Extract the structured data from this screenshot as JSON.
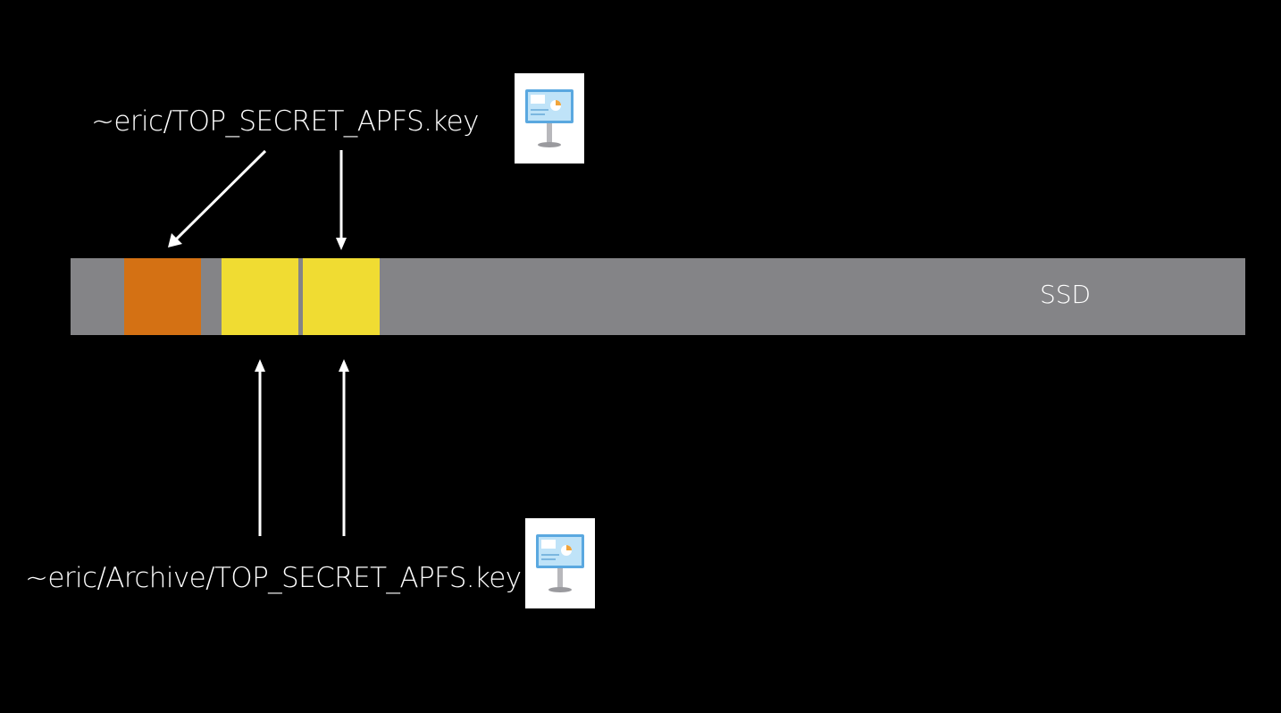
{
  "labels": {
    "top": "~eric/TOP_SECRET_APFS.key",
    "bottom": "~eric/Archive/TOP_SECRET_APFS.key"
  },
  "ssd": {
    "label": "SSD"
  },
  "icons": {
    "top": "keynote-document-icon",
    "bottom": "keynote-document-icon"
  },
  "colors": {
    "background": "#000000",
    "ssd": "#848487",
    "orange_block": "#d47114",
    "yellow_block": "#f0dc32",
    "arrow": "#ffffff",
    "text": "#ffffff"
  }
}
